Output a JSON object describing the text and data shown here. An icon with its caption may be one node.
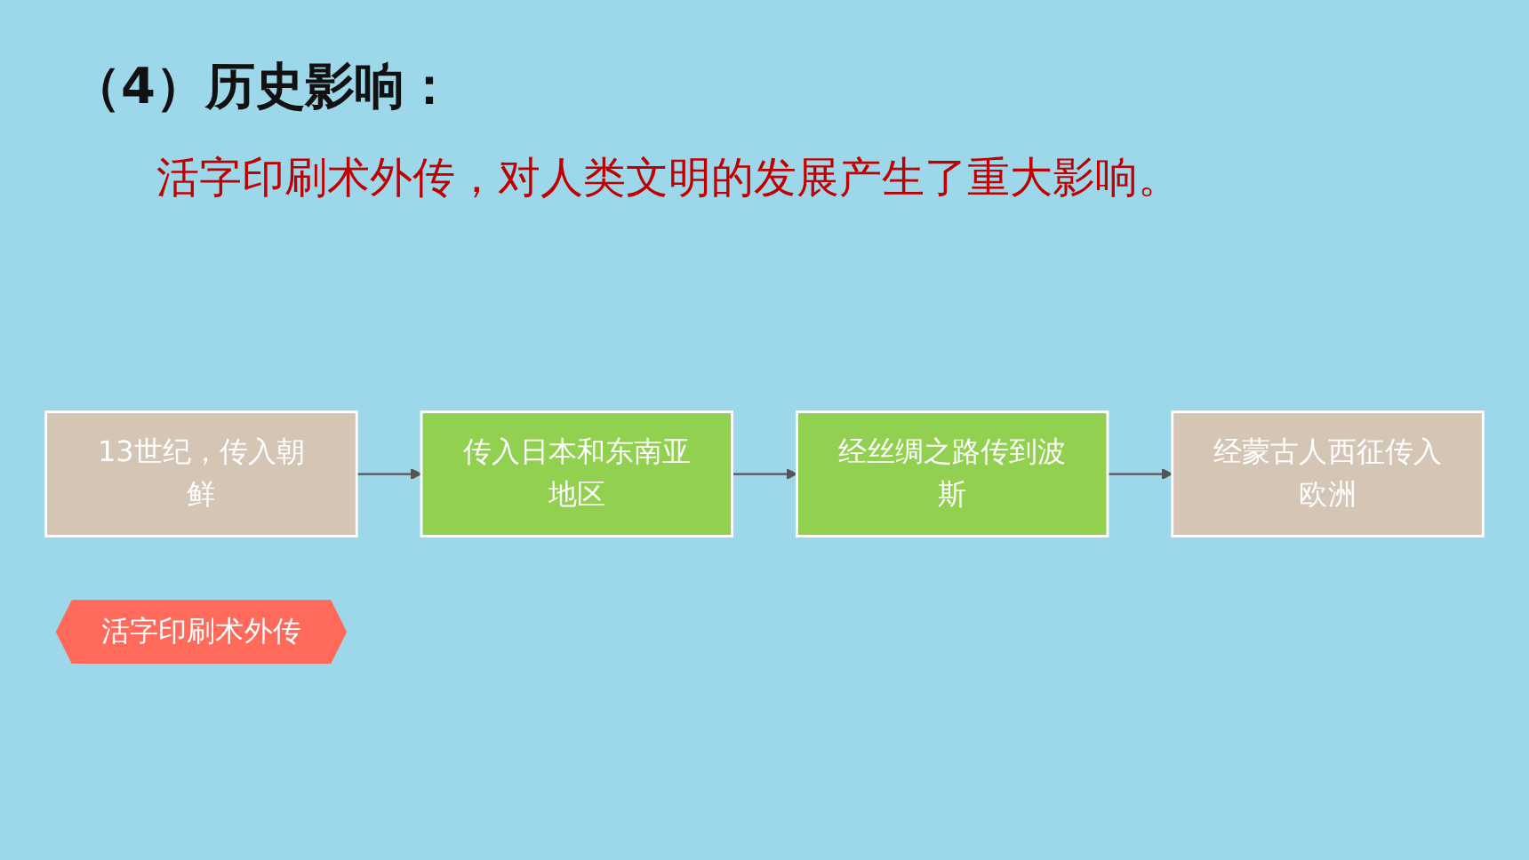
{
  "diagram": {
    "title": "（4）历史影响：",
    "nodes": [
      {
        "text": [
          "13世纪，传入朝鲜"
        ]
      },
      {
        "text": [
          "传入日本和东南亚地区"
        ]
      },
      {
        "text": [
          "活字印刷术外传"
        ]
      },
      {
        "text": [
          "经蒙古人西征传入欧洲"
        ]
      },
      {
        "text": [
          "经丝绸之路传到波斯"
        ]
      }
    ],
    "edges": [
      {
        "from": 0,
        "to": 1,
        "arrow": "to"
      },
      {
        "from": 1,
        "to": 4,
        "arrow": "to"
      },
      {
        "from": 4,
        "to": 3,
        "arrow": "to"
      }
    ],
    "labels": [
      "活字印刷术外传，对人类文明的发展产生了重大影响。"
    ]
  }
}
